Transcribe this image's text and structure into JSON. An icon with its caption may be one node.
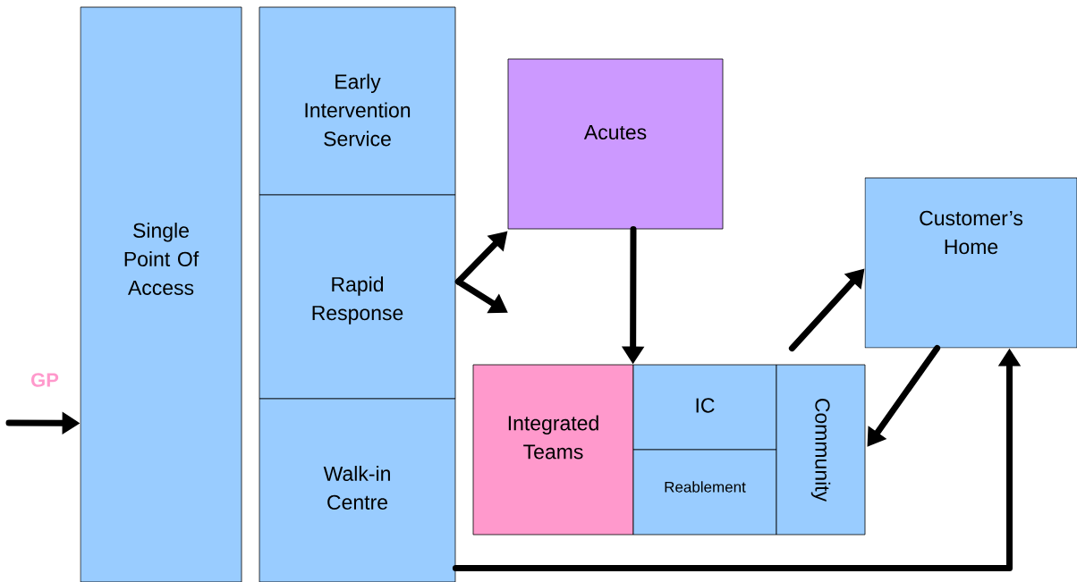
{
  "diagram": {
    "nodes": [
      {
        "text": [
          "Single Point Of Access"
        ]
      },
      {
        "text": [
          "Early Intervention Service"
        ]
      },
      {
        "text": [
          "Rapid Response"
        ]
      },
      {
        "text": [
          "Walk-in Centre"
        ]
      },
      {
        "text": [
          "Acutes"
        ]
      },
      {
        "text": [
          "Customer’s Home"
        ]
      },
      {
        "text": [
          "Integrated Teams"
        ]
      },
      {
        "text": [
          "IC"
        ]
      },
      {
        "text": [
          "Reablement"
        ]
      },
      {
        "text": [
          "Community"
        ]
      }
    ],
    "edges": [
      {
        "from": null,
        "to": 0,
        "arrow": "to",
        "label": "GP"
      },
      {
        "from": 2,
        "to": 4,
        "arrow": "to"
      },
      {
        "from": 2,
        "to": null,
        "arrow": "to"
      },
      {
        "from": 4,
        "to": 7,
        "arrow": "to"
      },
      {
        "from": 9,
        "to": 5,
        "arrow": "to"
      },
      {
        "from": 5,
        "to": 9,
        "arrow": "to"
      },
      {
        "from": 3,
        "to": 5,
        "arrow": "to"
      }
    ]
  }
}
